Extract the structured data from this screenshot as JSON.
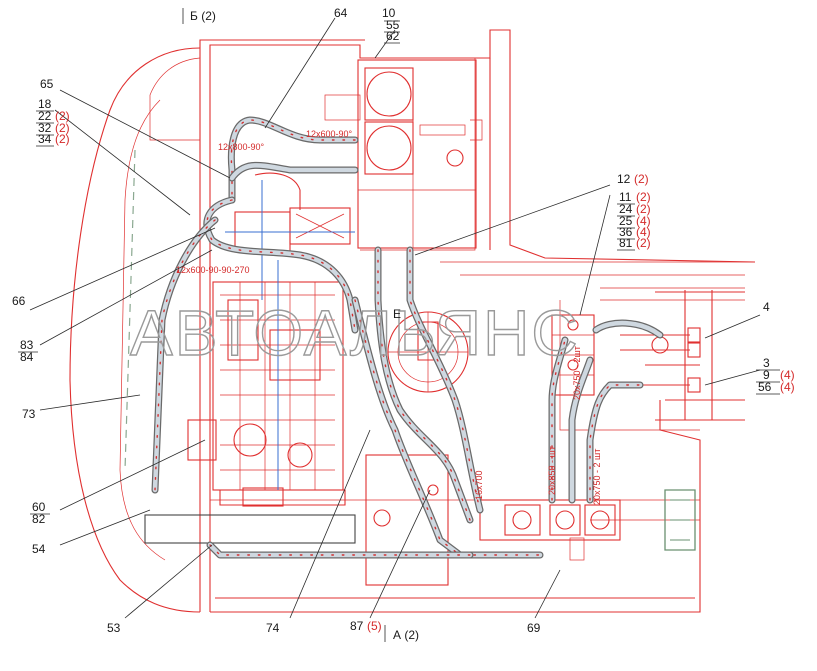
{
  "watermark": "АВТОАЛЬЯНС",
  "view_markers": {
    "top": "Б (2)",
    "bottom": "А (2)",
    "detail": "E"
  },
  "callouts": {
    "c10": "10",
    "c55": "55",
    "c62": "62",
    "c64": "64",
    "c65": "65",
    "c18": "18",
    "c22": "22",
    "c22q": "(2)",
    "c32": "32",
    "c32q": "(2)",
    "c34": "34",
    "c34q": "(2)",
    "c12": "12",
    "c12q": "(2)",
    "c11": "11",
    "c11q": "(2)",
    "c24": "24",
    "c24q": "(2)",
    "c25": "25",
    "c25q": "(4)",
    "c36": "36",
    "c36q": "(4)",
    "c81": "81",
    "c81q": "(2)",
    "c4": "4",
    "c3": "3",
    "c9": "9",
    "c9q": "(4)",
    "c56": "56",
    "c56q": "(4)",
    "c66": "66",
    "c83": "83",
    "c84": "84",
    "c73": "73",
    "c60": "60",
    "c82": "82",
    "c54": "54",
    "c53": "53",
    "c74": "74",
    "c87": "87",
    "c87q": "(5)",
    "c69": "69"
  },
  "hose_marks": {
    "h1": "12x800-90°",
    "h2": "12x600-90°",
    "h3": "12x600-90-90-270",
    "h4": "16x700",
    "h5": "20x750 - 2 шт",
    "h6": "20x850 - шт",
    "h7": "20x750 - 2шт"
  },
  "colors": {
    "line_red": "#e03030",
    "hose_grey": "#6a6a6a",
    "hose_core": "#cfd8e0",
    "centerline_blue": "#3a6fd0",
    "outline_green": "#8aa890",
    "label": "#1a1a1a"
  }
}
